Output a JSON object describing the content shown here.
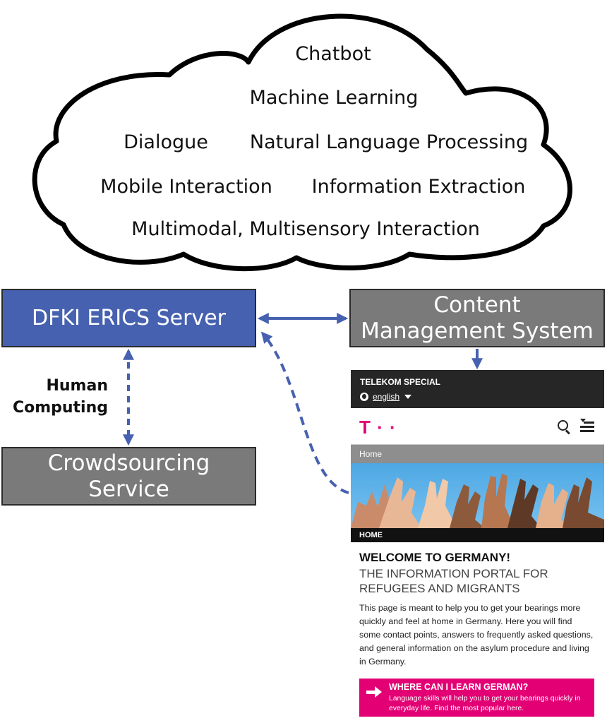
{
  "cloud": {
    "terms": [
      "Chatbot",
      "Machine Learning",
      "Dialogue",
      "Natural Language Processing",
      "Mobile Interaction",
      "Information Extraction",
      "Multimodal, Multisensory Interaction"
    ]
  },
  "boxes": {
    "server": "DFKI ERICS Server",
    "cms": "Content\nManagement System",
    "crowd": "Crowdsourcing\nService"
  },
  "human_computing_label": "Human\nComputing",
  "colors": {
    "server_box": "#4661b0",
    "grey_box": "#7a7a7a",
    "arrow": "#4661b0",
    "telekom_magenta": "#e20074"
  },
  "phone": {
    "top_bar": "TELEKOM SPECIAL",
    "language": "english",
    "logo": "T · ·",
    "breadcrumb": "Home",
    "section_bar": "HOME",
    "heading": "WELCOME TO GERMANY!",
    "subheading": "THE INFORMATION PORTAL FOR REFUGEES AND MIGRANTS",
    "body": "This page is meant to help you to get your bearings more quickly and feel at home in Germany. Here you will find some contact points, answers to frequently asked questions, and general information on the asylum procedure and living in Germany.",
    "cta_title": "WHERE CAN I LEARN GERMAN?",
    "cta_text": "Language skills will help you to get your bearings quickly in everyday life. Find the most popular here.",
    "icons": [
      "globe-icon",
      "caret-down-icon",
      "search-icon",
      "menu-icon",
      "arrow-right-icon"
    ]
  }
}
